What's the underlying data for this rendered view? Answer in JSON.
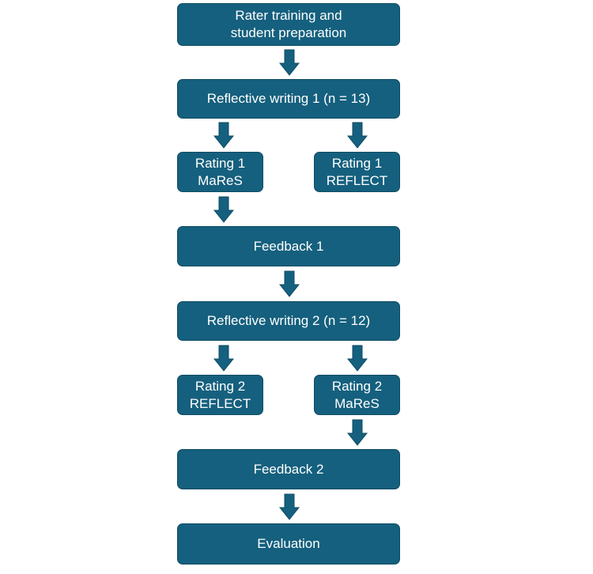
{
  "colors": {
    "box_fill": "#15607e",
    "box_border": "#0e4a63",
    "arrow": "#15607e",
    "text": "#ffffff"
  },
  "boxes": {
    "rater_training": "Rater training and\nstudent preparation",
    "reflective_writing_1": "Reflective writing 1 (n = 13)",
    "rating1_mares": "Rating 1\nMaReS",
    "rating1_reflect": "Rating 1\nREFLECT",
    "feedback_1": "Feedback 1",
    "reflective_writing_2": "Reflective writing 2 (n = 12)",
    "rating2_reflect": "Rating 2\nREFLECT",
    "rating2_mares": "Rating  2\nMaReS",
    "feedback_2": "Feedback 2",
    "evaluation": "Evaluation"
  }
}
